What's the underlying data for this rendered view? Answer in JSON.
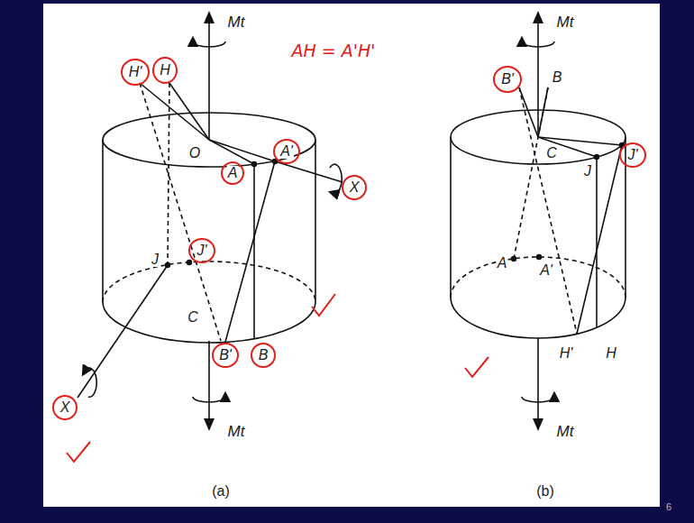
{
  "diagram": {
    "labels": [
      "Mt",
      "AH = A'H'",
      "H'",
      "H",
      "O",
      "A",
      "A'",
      "X",
      "J",
      "J'",
      "C",
      "X",
      "B'",
      "B",
      "Mt",
      "(a)",
      "Mt",
      "B'",
      "B",
      "C",
      "J",
      "J'",
      "A",
      "A'",
      "H'",
      "H",
      "Mt",
      "(b)",
      "6"
    ]
  }
}
